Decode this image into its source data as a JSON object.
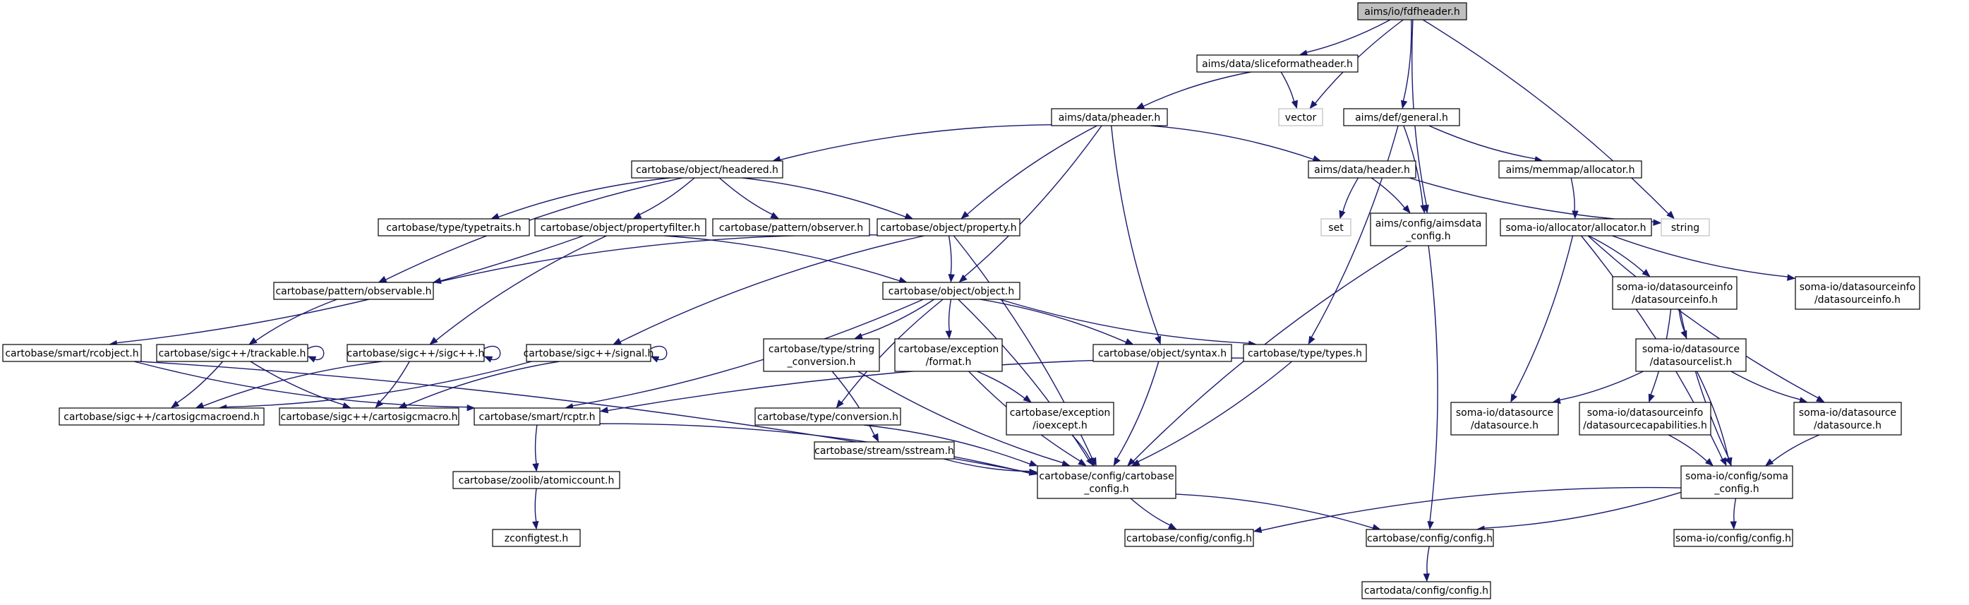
{
  "diagram": {
    "nodes": [
      {
        "id": "fdfheader",
        "lines": [
          "aims/io/fdfheader.h"
        ],
        "style": "root"
      },
      {
        "id": "sliceformatheader",
        "lines": [
          "aims/data/sliceformatheader.h"
        ]
      },
      {
        "id": "vector",
        "lines": [
          "vector"
        ],
        "style": "system"
      },
      {
        "id": "general",
        "lines": [
          "aims/def/general.h"
        ]
      },
      {
        "id": "aimsdata_config",
        "lines": [
          "aims/config/aimsdata",
          "_config.h"
        ]
      },
      {
        "id": "string",
        "lines": [
          "string"
        ],
        "style": "system"
      },
      {
        "id": "pheader",
        "lines": [
          "aims/data/pheader.h"
        ]
      },
      {
        "id": "headered",
        "lines": [
          "cartobase/object/headered.h"
        ]
      },
      {
        "id": "header",
        "lines": [
          "aims/data/header.h"
        ]
      },
      {
        "id": "allocator_mm",
        "lines": [
          "aims/memmap/allocator.h"
        ]
      },
      {
        "id": "typetraits",
        "lines": [
          "cartobase/type/typetraits.h"
        ]
      },
      {
        "id": "propertyfilter",
        "lines": [
          "cartobase/object/propertyfilter.h"
        ]
      },
      {
        "id": "observer",
        "lines": [
          "cartobase/pattern/observer.h"
        ]
      },
      {
        "id": "property",
        "lines": [
          "cartobase/object/property.h"
        ]
      },
      {
        "id": "set",
        "lines": [
          "set"
        ],
        "style": "system"
      },
      {
        "id": "soma_allocator",
        "lines": [
          "soma-io/allocator/allocator.h"
        ]
      },
      {
        "id": "observable",
        "lines": [
          "cartobase/pattern/observable.h"
        ]
      },
      {
        "id": "object",
        "lines": [
          "cartobase/object/object.h"
        ]
      },
      {
        "id": "dsinfo1",
        "lines": [
          "soma-io/datasourceinfo",
          "/datasourceinfo.h"
        ]
      },
      {
        "id": "dsinfo2",
        "lines": [
          "soma-io/datasourceinfo",
          "/datasourceinfo.h"
        ]
      },
      {
        "id": "rcobject",
        "lines": [
          "cartobase/smart/rcobject.h"
        ]
      },
      {
        "id": "trackable",
        "lines": [
          "cartobase/sigc++/trackable.h"
        ]
      },
      {
        "id": "sigcpp",
        "lines": [
          "cartobase/sigc++/sigc++.h"
        ]
      },
      {
        "id": "signal",
        "lines": [
          "cartobase/sigc++/signal.h"
        ]
      },
      {
        "id": "string_conversion",
        "lines": [
          "cartobase/type/string",
          "_conversion.h"
        ]
      },
      {
        "id": "exc_format",
        "lines": [
          "cartobase/exception",
          "/format.h"
        ]
      },
      {
        "id": "syntax",
        "lines": [
          "cartobase/object/syntax.h"
        ]
      },
      {
        "id": "types",
        "lines": [
          "cartobase/type/types.h"
        ]
      },
      {
        "id": "dslist",
        "lines": [
          "soma-io/datasource",
          "/datasourcelist.h"
        ]
      },
      {
        "id": "sigcmacroend",
        "lines": [
          "cartobase/sigc++/cartosigcmacroend.h"
        ]
      },
      {
        "id": "sigcmacro",
        "lines": [
          "cartobase/sigc++/cartosigcmacro.h"
        ]
      },
      {
        "id": "rcptr",
        "lines": [
          "cartobase/smart/rcptr.h"
        ]
      },
      {
        "id": "conversion",
        "lines": [
          "cartobase/type/conversion.h"
        ]
      },
      {
        "id": "sstream",
        "lines": [
          "cartobase/stream/sstream.h"
        ]
      },
      {
        "id": "ioexcept",
        "lines": [
          "cartobase/exception",
          "/ioexcept.h"
        ]
      },
      {
        "id": "ds_a",
        "lines": [
          "soma-io/datasource",
          "/datasource.h"
        ]
      },
      {
        "id": "dscap",
        "lines": [
          "soma-io/datasourceinfo",
          "/datasourcecapabilities.h"
        ]
      },
      {
        "id": "ds_b",
        "lines": [
          "soma-io/datasource",
          "/datasource.h"
        ]
      },
      {
        "id": "atomiccount",
        "lines": [
          "cartobase/zoolib/atomiccount.h"
        ]
      },
      {
        "id": "cartobase_config",
        "lines": [
          "cartobase/config/cartobase",
          "_config.h"
        ]
      },
      {
        "id": "soma_config",
        "lines": [
          "soma-io/config/soma",
          "_config.h"
        ]
      },
      {
        "id": "zconfigtest",
        "lines": [
          "zconfigtest.h"
        ]
      },
      {
        "id": "cb_config_a",
        "lines": [
          "cartobase/config/config.h"
        ]
      },
      {
        "id": "cb_config_b",
        "lines": [
          "cartobase/config/config.h"
        ]
      },
      {
        "id": "soma_config_h",
        "lines": [
          "soma-io/config/config.h"
        ]
      },
      {
        "id": "cartodata_config",
        "lines": [
          "cartodata/config/config.h"
        ]
      }
    ],
    "edges": [
      [
        "fdfheader",
        "sliceformatheader"
      ],
      [
        "fdfheader",
        "vector"
      ],
      [
        "fdfheader",
        "general"
      ],
      [
        "fdfheader",
        "aimsdata_config"
      ],
      [
        "fdfheader",
        "string"
      ],
      [
        "sliceformatheader",
        "pheader"
      ],
      [
        "sliceformatheader",
        "vector"
      ],
      [
        "pheader",
        "headered"
      ],
      [
        "pheader",
        "header"
      ],
      [
        "pheader",
        "property"
      ],
      [
        "pheader",
        "object"
      ],
      [
        "pheader",
        "syntax"
      ],
      [
        "general",
        "aimsdata_config"
      ],
      [
        "general",
        "allocator_mm"
      ],
      [
        "general",
        "types"
      ],
      [
        "header",
        "set"
      ],
      [
        "header",
        "aimsdata_config"
      ],
      [
        "header",
        "string"
      ],
      [
        "allocator_mm",
        "soma_allocator"
      ],
      [
        "aimsdata_config",
        "cartobase_config"
      ],
      [
        "aimsdata_config",
        "cb_config_b"
      ],
      [
        "headered",
        "typetraits"
      ],
      [
        "headered",
        "propertyfilter"
      ],
      [
        "headered",
        "observer"
      ],
      [
        "headered",
        "property"
      ],
      [
        "headered",
        "observable"
      ],
      [
        "propertyfilter",
        "rcobject"
      ],
      [
        "propertyfilter",
        "sigcpp"
      ],
      [
        "propertyfilter",
        "object"
      ],
      [
        "property",
        "observable"
      ],
      [
        "property",
        "object"
      ],
      [
        "property",
        "signal"
      ],
      [
        "property",
        "cartobase_config"
      ],
      [
        "observable",
        "trackable"
      ],
      [
        "object",
        "string_conversion"
      ],
      [
        "object",
        "exc_format"
      ],
      [
        "object",
        "syntax"
      ],
      [
        "object",
        "types"
      ],
      [
        "object",
        "rcptr"
      ],
      [
        "object",
        "conversion"
      ],
      [
        "object",
        "cartobase_config"
      ],
      [
        "rcobject",
        "rcptr"
      ],
      [
        "rcobject",
        "cartobase_config"
      ],
      [
        "trackable",
        "trackable"
      ],
      [
        "trackable",
        "sigcmacroend"
      ],
      [
        "trackable",
        "sigcmacro"
      ],
      [
        "sigcpp",
        "sigcpp"
      ],
      [
        "sigcpp",
        "sigcmacroend"
      ],
      [
        "sigcpp",
        "sigcmacro"
      ],
      [
        "signal",
        "signal"
      ],
      [
        "signal",
        "sigcmacroend"
      ],
      [
        "signal",
        "sigcmacro"
      ],
      [
        "string_conversion",
        "sstream"
      ],
      [
        "string_conversion",
        "cartobase_config"
      ],
      [
        "exc_format",
        "ioexcept"
      ],
      [
        "exc_format",
        "cartobase_config"
      ],
      [
        "syntax",
        "cartobase_config"
      ],
      [
        "types",
        "rcptr"
      ],
      [
        "types",
        "cartobase_config"
      ],
      [
        "rcptr",
        "atomiccount"
      ],
      [
        "rcptr",
        "cartobase_config"
      ],
      [
        "atomiccount",
        "zconfigtest"
      ],
      [
        "conversion",
        "cartobase_config"
      ],
      [
        "sstream",
        "cartobase_config"
      ],
      [
        "ioexcept",
        "cartobase_config"
      ],
      [
        "cartobase_config",
        "cb_config_a"
      ],
      [
        "cartobase_config",
        "cb_config_b"
      ],
      [
        "cb_config_b",
        "cartodata_config"
      ],
      [
        "soma_allocator",
        "dsinfo1"
      ],
      [
        "soma_allocator",
        "dsinfo2"
      ],
      [
        "soma_allocator",
        "ds_a"
      ],
      [
        "soma_allocator",
        "ds_b"
      ],
      [
        "soma_allocator",
        "soma_config"
      ],
      [
        "dsinfo1",
        "dslist"
      ],
      [
        "dsinfo1",
        "dscap"
      ],
      [
        "dsinfo1",
        "soma_config"
      ],
      [
        "dslist",
        "ds_a"
      ],
      [
        "dslist",
        "ds_b"
      ],
      [
        "dslist",
        "soma_config"
      ],
      [
        "ds_b",
        "soma_config"
      ],
      [
        "dscap",
        "soma_config"
      ],
      [
        "soma_config",
        "cb_config_a"
      ],
      [
        "soma_config",
        "cb_config_b"
      ],
      [
        "soma_config",
        "soma_config_h"
      ]
    ]
  }
}
